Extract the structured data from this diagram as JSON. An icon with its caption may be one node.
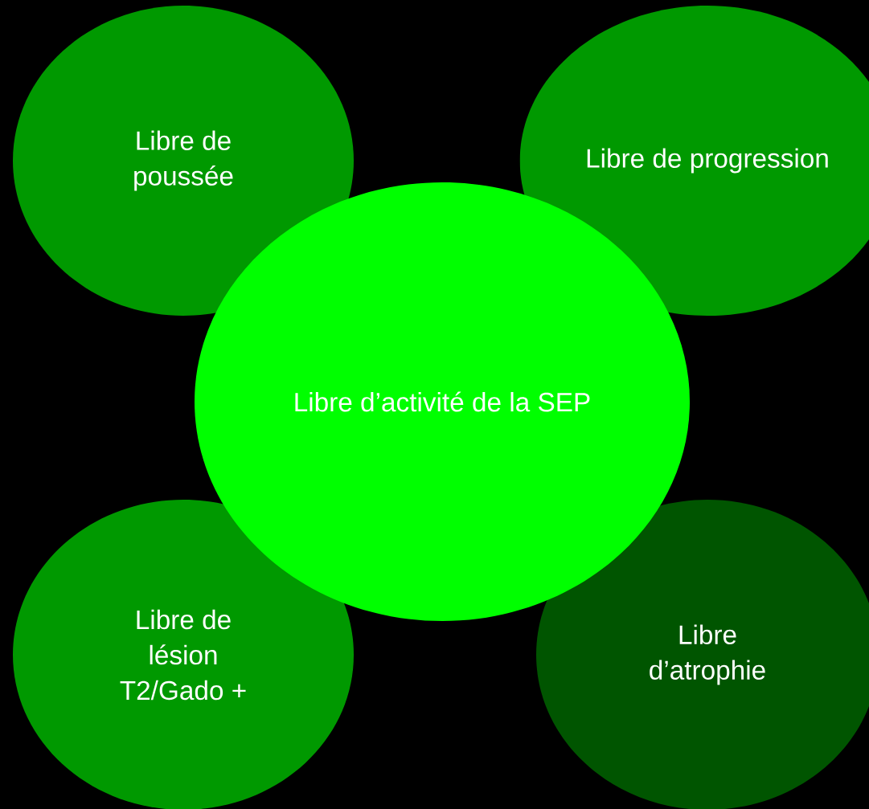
{
  "diagram": {
    "nodes": [
      {
        "text": [
          "Libre de poussée"
        ]
      },
      {
        "text": [
          "Libre de progression"
        ]
      },
      {
        "text": [
          "Libre de lésion T2/Gado +"
        ]
      },
      {
        "text": [
          "Libre d’atrophie"
        ]
      },
      {
        "text": [
          "Libre d’activité de la SEP"
        ]
      }
    ]
  }
}
